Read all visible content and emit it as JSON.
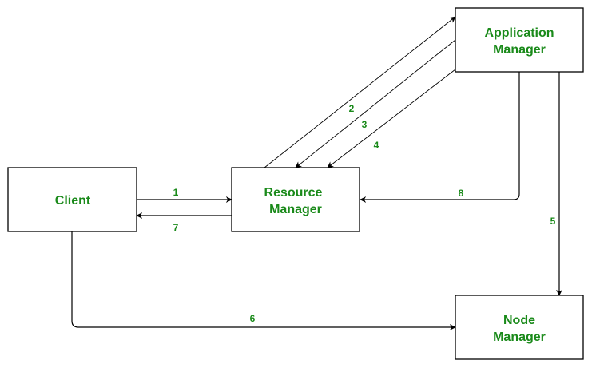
{
  "diagram": {
    "text_color": "#1a8a1a",
    "nodes": [
      {
        "id": "client",
        "lines": [
          "Client"
        ]
      },
      {
        "id": "resource-manager",
        "lines": [
          "Resource",
          "Manager"
        ]
      },
      {
        "id": "application-manager",
        "lines": [
          "Application",
          "Manager"
        ]
      },
      {
        "id": "node-manager",
        "lines": [
          "Node",
          "Manager"
        ]
      }
    ],
    "edges": [
      {
        "label": "1",
        "from": "client",
        "to": "resource-manager"
      },
      {
        "label": "2",
        "from": "resource-manager",
        "to": "application-manager"
      },
      {
        "label": "3",
        "from": "application-manager",
        "to": "resource-manager"
      },
      {
        "label": "4",
        "from": "application-manager",
        "to": "resource-manager"
      },
      {
        "label": "5",
        "from": "application-manager",
        "to": "node-manager"
      },
      {
        "label": "6",
        "from": "client",
        "to": "node-manager"
      },
      {
        "label": "7",
        "from": "resource-manager",
        "to": "client"
      },
      {
        "label": "8",
        "from": "application-manager",
        "to": "resource-manager"
      }
    ]
  }
}
